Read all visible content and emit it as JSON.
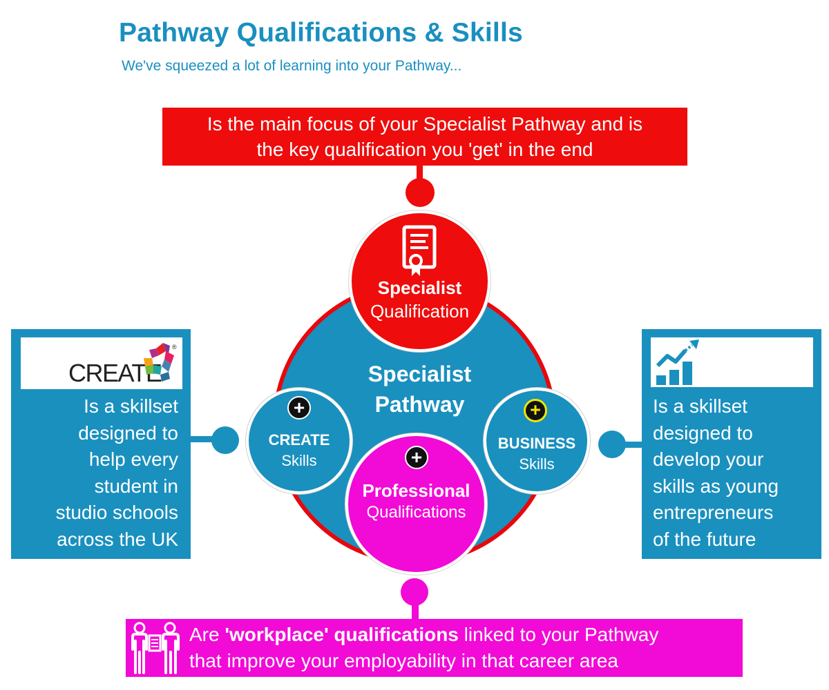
{
  "header": {
    "title": "Pathway Qualifications & Skills",
    "subtitle": "We've squeezed a lot of learning into your Pathway..."
  },
  "top_banner": {
    "lines": [
      "Is the main focus of your Specialist Pathway and is",
      "the key qualification you 'get' in the end"
    ]
  },
  "center": {
    "title_line1": "Specialist",
    "title_line2": "Pathway"
  },
  "specialist_qualification": {
    "icon": "certificate-icon",
    "line1": "Specialist",
    "line2": "Qualification"
  },
  "create_skills": {
    "plus": "+",
    "line1": "CREATE",
    "line2": "Skills"
  },
  "business_skills": {
    "plus": "+",
    "line1": "BUSINESS",
    "line2": "Skills"
  },
  "professional_qualifications": {
    "plus": "+",
    "line1": "Professional",
    "line2": "Qualifications"
  },
  "left_panel": {
    "logo_text": "CREATE",
    "logo_mark": "®",
    "lines": [
      "Is a skillset",
      "designed to",
      "help every",
      "student in",
      "studio schools",
      "across the UK"
    ]
  },
  "right_panel": {
    "icon": "growth-chart-icon",
    "lines": [
      "Is a skillset",
      "designed to",
      "develop your",
      "skills as young",
      "entrepreneurs",
      "of the future"
    ]
  },
  "bottom_banner": {
    "icon": "people-icon",
    "line1_prefix": "Are ",
    "line1_bold": "'workplace' qualifications",
    "line1_suffix": " linked to your Pathway",
    "line2": "that improve your employability in that career area"
  },
  "colors": {
    "blue": "#1a90be",
    "red": "#ee0c0c",
    "magenta": "#f20ad6",
    "title_blue": "#1a8fc0"
  }
}
